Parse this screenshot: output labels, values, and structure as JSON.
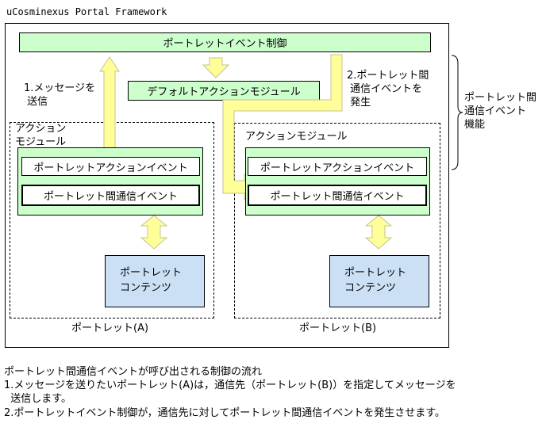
{
  "framework_title": "uCosminexus Portal Framework",
  "event_control": "ポートレットイベント制御",
  "default_action_module": "デフォルトアクションモジュール",
  "step1_label": "1.メッセージを\n 送信",
  "step2_label": "2.ポートレット間\n 通信イベントを\n 発生",
  "brace_label": "ポートレット間\n通信イベント\n機能",
  "portlet_a": {
    "action_module_label": "アクション\nモジュール",
    "action_event": "ポートレットアクションイベント",
    "comm_event": "ポートレット間通信イベント",
    "contents": "ポートレット\nコンテンツ",
    "name": "ポートレット(A)"
  },
  "portlet_b": {
    "action_module_label": "アクションモジュール",
    "action_event": "ポートレットアクションイベント",
    "comm_event": "ポートレット間通信イベント",
    "contents": "ポートレット\nコンテンツ",
    "name": "ポートレット(B)"
  },
  "caption": {
    "title": "ポートレット間通信イベントが呼び出される制御の流れ",
    "line1": "1.メッセージを送りたいポートレット(A)は，通信先（ポートレット(B)）を指定してメッセージを",
    "line1_cont": "  送信します。",
    "line2": "2.ポートレットイベント制御が，通信先に対してポートレット間通信イベントを発生させます。"
  },
  "colors": {
    "green": "#ccffcc",
    "blue": "#cce0f5",
    "arrow_fill": "#ffff99",
    "arrow_stroke": "#c8c090"
  }
}
